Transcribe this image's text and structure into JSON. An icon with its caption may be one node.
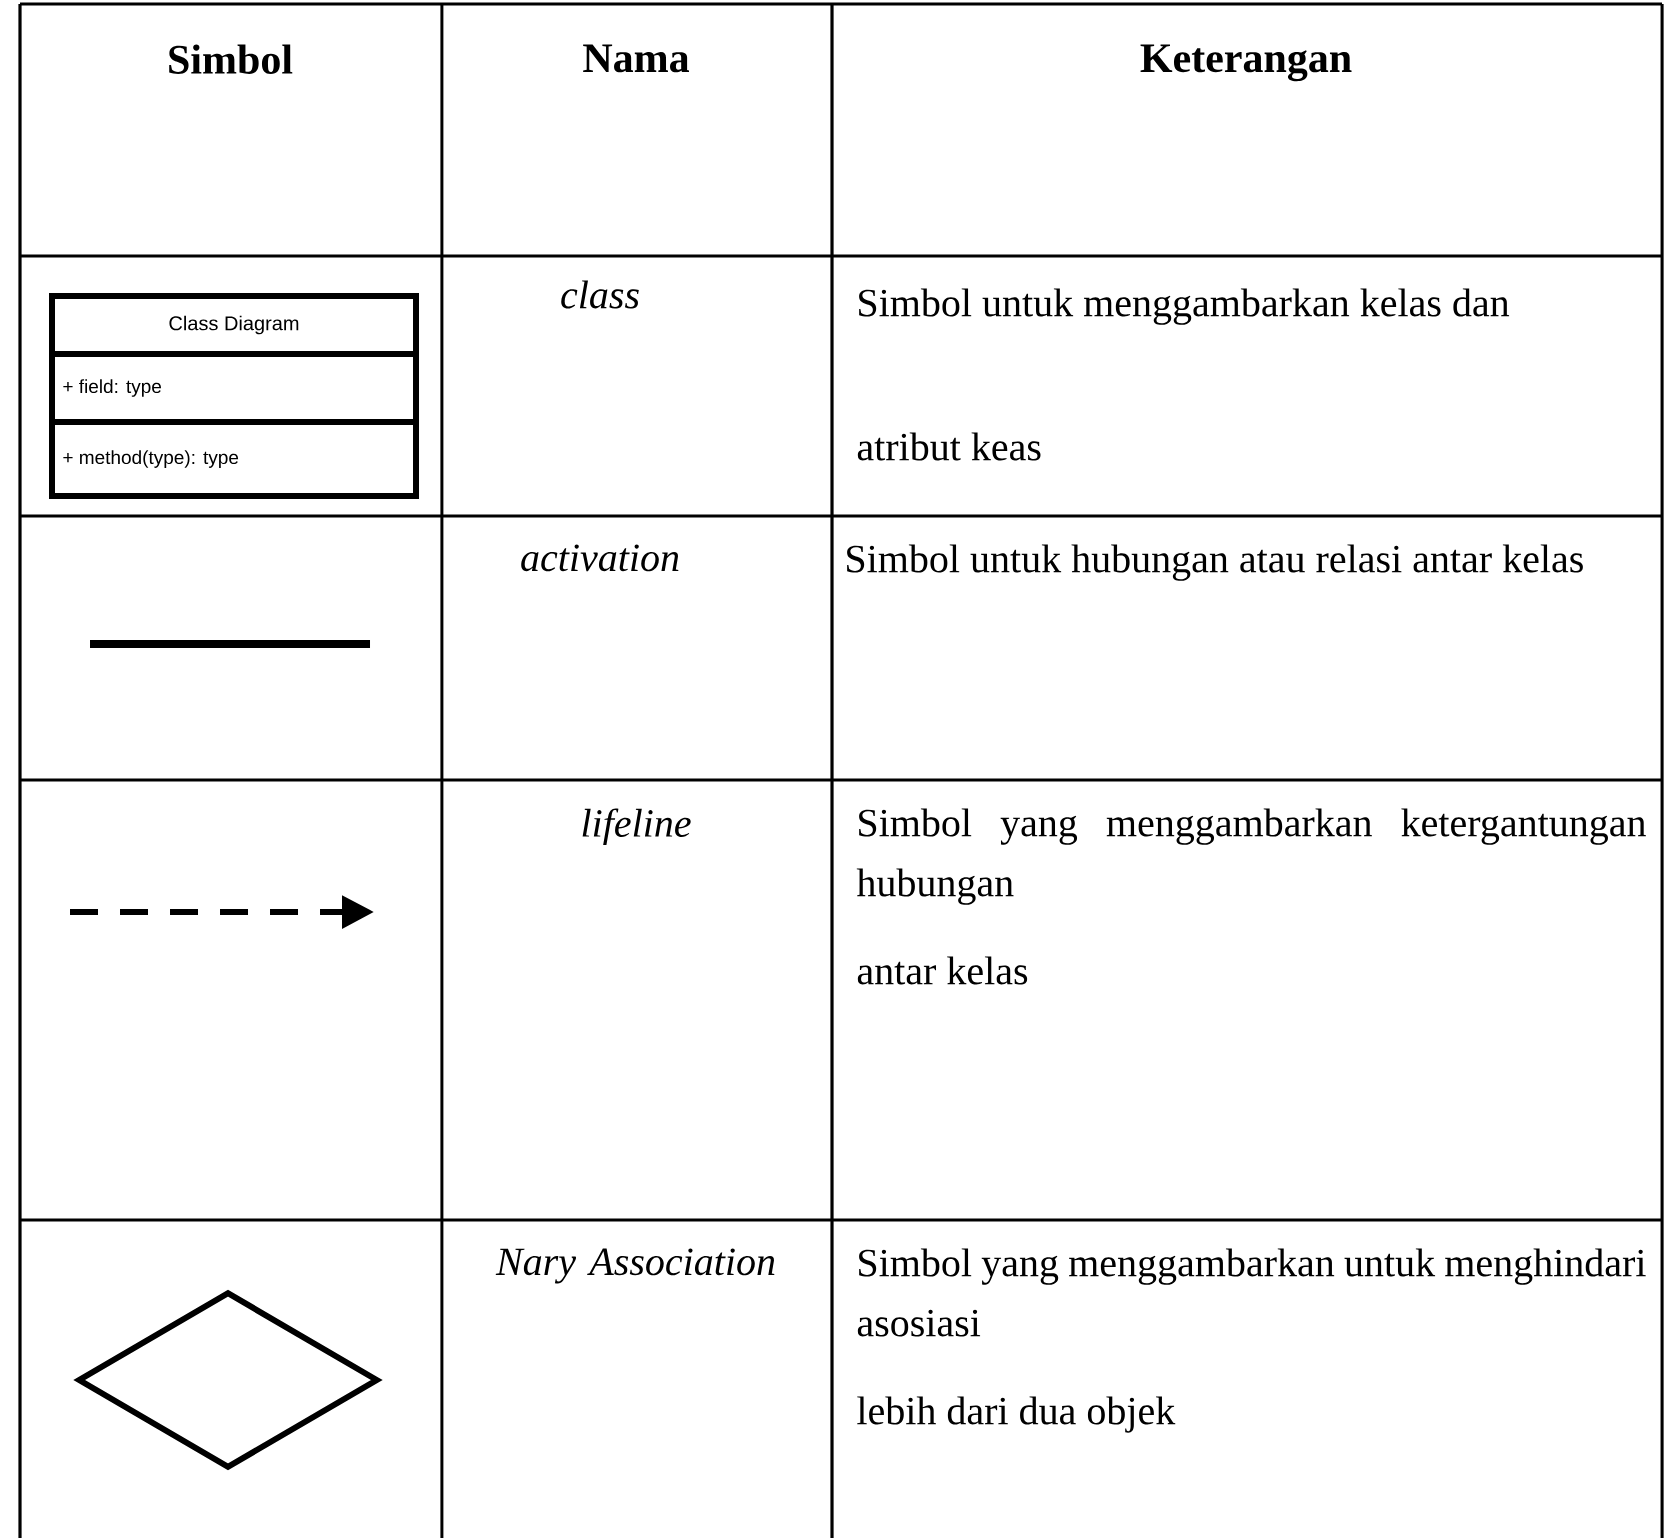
{
  "diagram": {
    "nodes": [
      {
        "text": [
          "Class Diagram",
          "+ field: type",
          "+ method(type): type"
        ]
      },
      {
        "text": [],
        "shape": "diamond"
      }
    ],
    "labels": [
      "Simbol",
      "Nama",
      "Keterangan",
      "class",
      "Simbol untuk menggambarkan kelas dan",
      "atribut keas",
      "activation",
      "Simbol untuk hubungan atau relasi antar kelas",
      "lifeline",
      "Simbol yang menggambarkan ketergantungan hubungan",
      "antar kelas",
      "Nary Association",
      "Simbol yang menggambarkan untuk menghindari asosiasi",
      "lebih dari dua objek"
    ]
  }
}
